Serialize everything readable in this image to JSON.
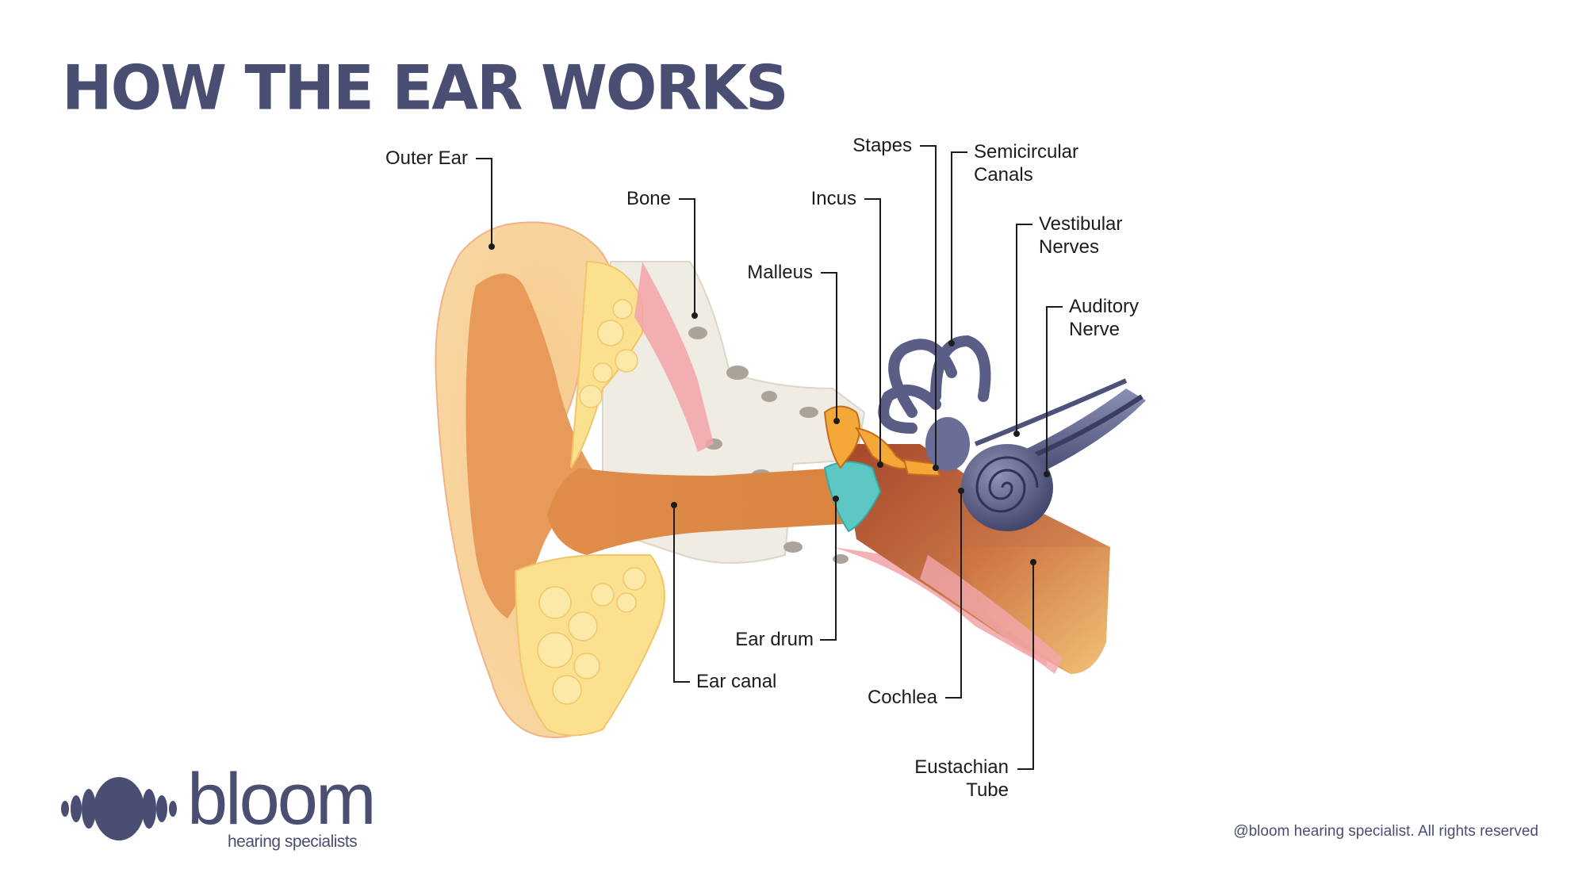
{
  "title": "HOW THE EAR WORKS",
  "labels": {
    "outer_ear": "Outer Ear",
    "bone": "Bone",
    "incus": "Incus",
    "stapes": "Stapes",
    "semicircular_canals_line1": "Semicircular",
    "semicircular_canals_line2": "Canals",
    "vestibular_nerves_line1": "Vestibular",
    "vestibular_nerves_line2": "Nerves",
    "auditory_nerve_line1": "Auditory",
    "auditory_nerve_line2": "Nerve",
    "malleus": "Malleus",
    "ear_drum": "Ear drum",
    "ear_canal": "Ear canal",
    "cochlea": "Cochlea",
    "eustachian_tube_line1": "Eustachian",
    "eustachian_tube_line2": "Tube"
  },
  "brand": {
    "name": "bloom",
    "tagline": "hearing specialists",
    "color": "#4a4e72"
  },
  "footer": {
    "copyright": "@bloom hearing specialist. All rights reserved"
  }
}
